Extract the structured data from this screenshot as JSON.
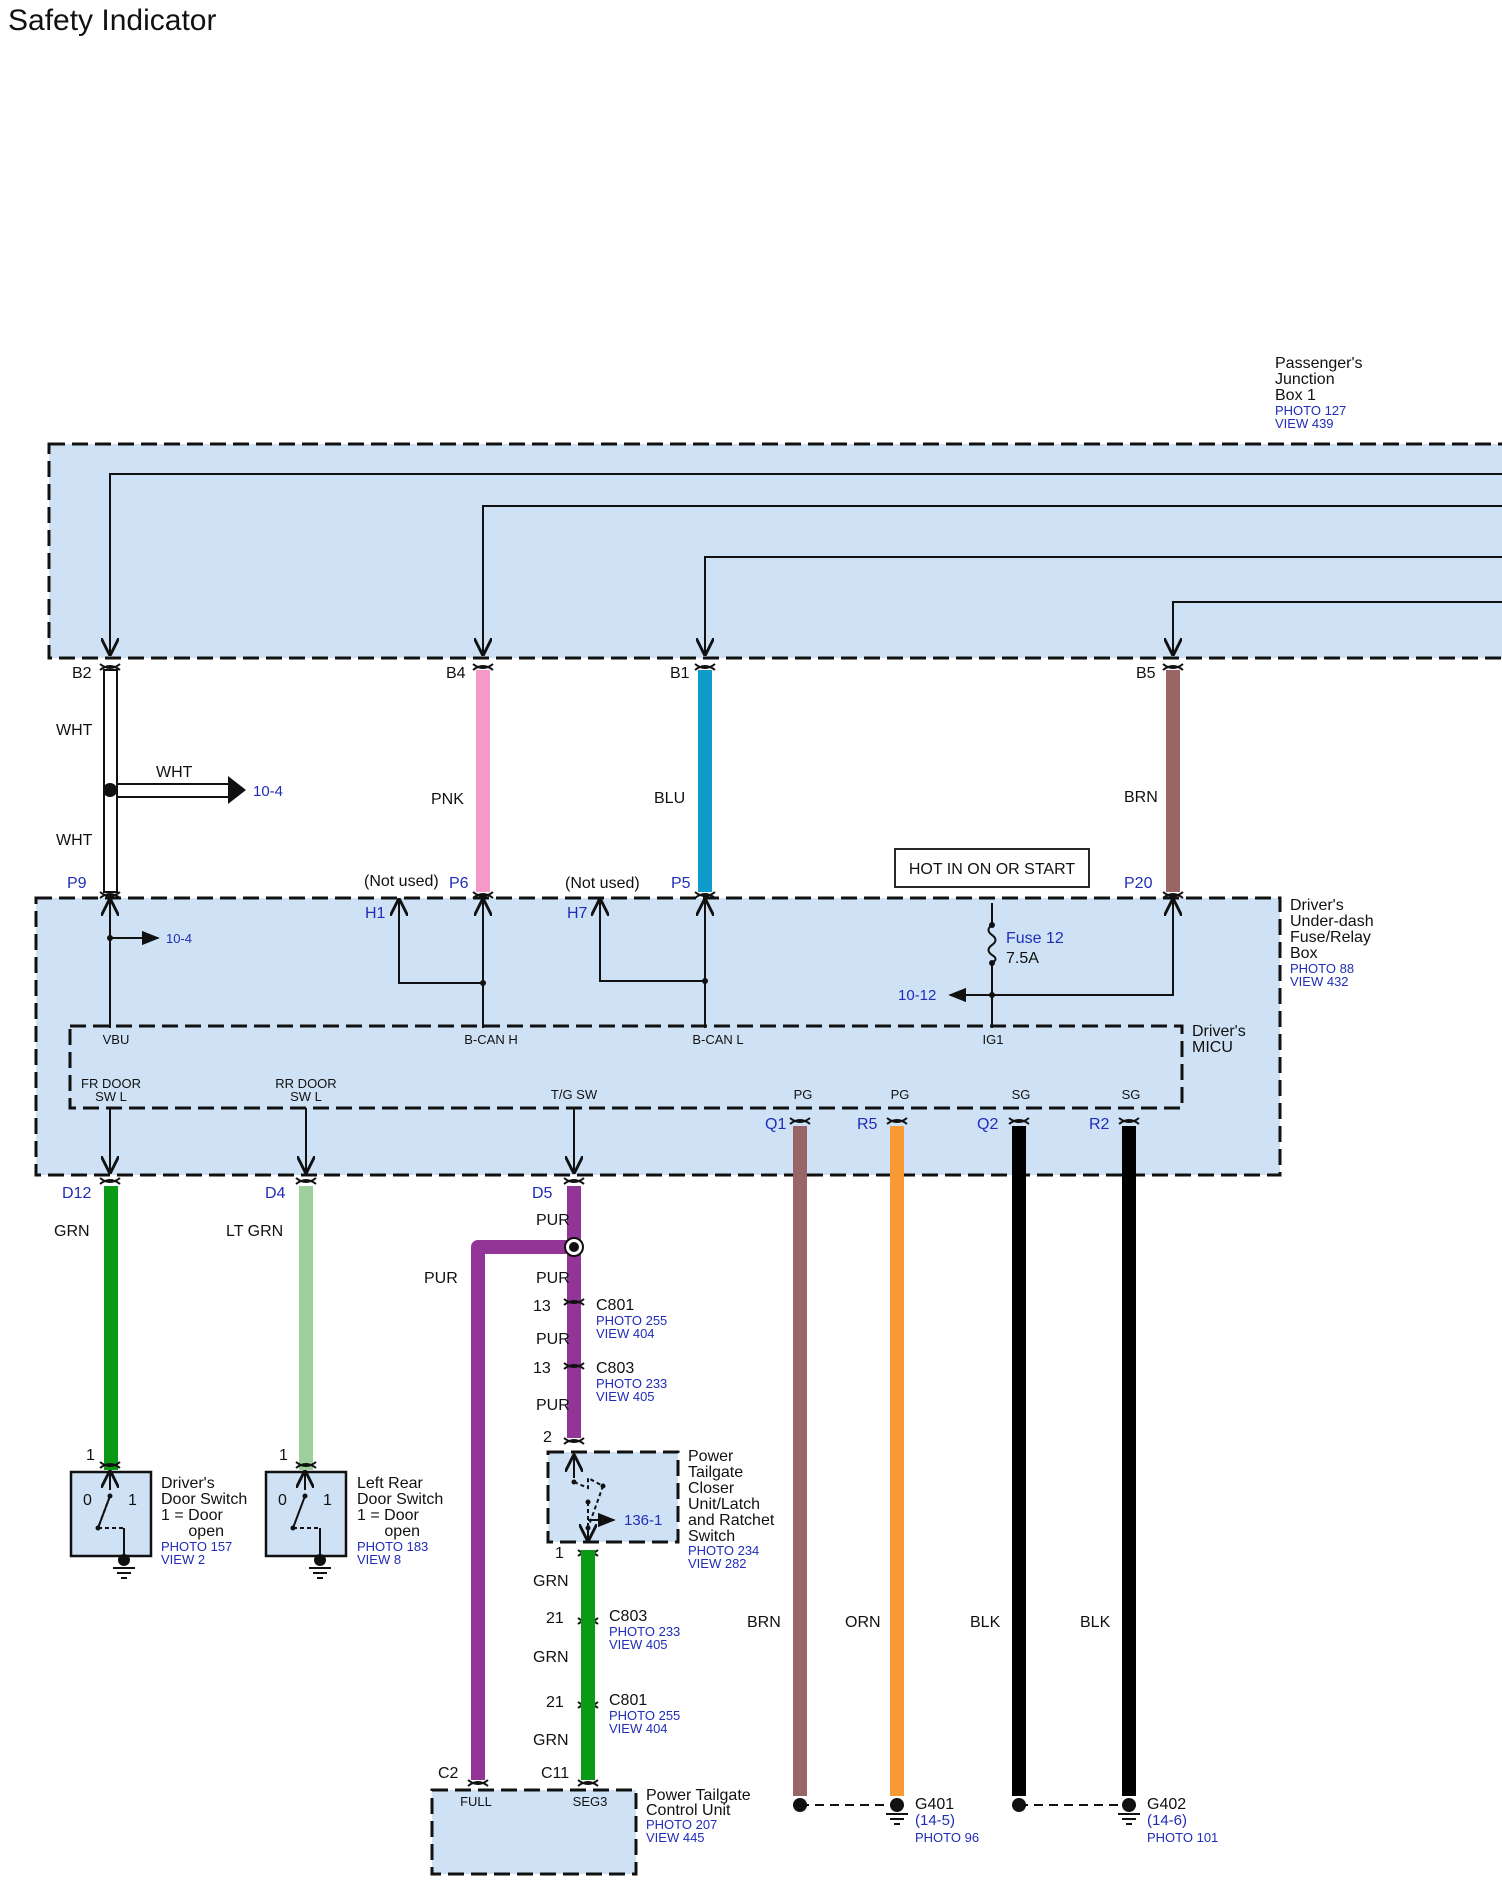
{
  "title": "Safety Indicator",
  "colors": {
    "box_fill": "#cfe2f5",
    "WHT": "#ffffff",
    "PNK": "#f59ac8",
    "BLU": "#0f9bcc",
    "BRN": "#9a6565",
    "GRN": "#0b9a15",
    "LT GRN": "#9ccf9c",
    "PUR": "#933597",
    "ORN": "#f99a34",
    "BLK": "#000000",
    "ref": "#1f2db8"
  },
  "components": {
    "pjb": {
      "lines": [
        "Passenger's",
        "Junction",
        "Box 1"
      ],
      "refs": [
        "PHOTO 127",
        "VIEW 439"
      ]
    },
    "dufrb": {
      "lines": [
        "Driver's",
        "Under-dash",
        "Fuse/Relay",
        "Box"
      ],
      "refs": [
        "PHOTO 88",
        "VIEW 432"
      ]
    },
    "micu": {
      "lines": [
        "Driver's",
        "MICU"
      ]
    },
    "hot_label": "HOT IN ON OR START",
    "fuse": {
      "name": "Fuse 12",
      "rating": "7.5A"
    },
    "driver_door_switch": {
      "lines": [
        "Driver's",
        "Door Switch",
        "1 = Door",
        "open"
      ],
      "refs": [
        "PHOTO 157",
        "VIEW 2"
      ]
    },
    "left_rear_door_switch": {
      "lines": [
        "Left Rear",
        "Door Switch",
        "1 = Door",
        "open"
      ],
      "refs": [
        "PHOTO 183",
        "VIEW 8"
      ]
    },
    "tailgate_switch": {
      "lines": [
        "Power",
        "Tailgate",
        "Closer",
        "Unit/Latch",
        "and Ratchet",
        "Switch"
      ],
      "refs": [
        "PHOTO 234",
        "VIEW 282"
      ]
    },
    "tailgate_control": {
      "lines": [
        "Power Tailgate",
        "Control Unit"
      ],
      "refs": [
        "PHOTO 207",
        "VIEW 445"
      ]
    },
    "g401": {
      "name": "G401",
      "sub": "(14-5)",
      "ref": "PHOTO 96"
    },
    "g402": {
      "name": "G402",
      "sub": "(14-6)",
      "ref": "PHOTO 101"
    }
  },
  "connectors": {
    "c801a": {
      "name": "C801",
      "refs": [
        "PHOTO 255",
        "VIEW 404"
      ]
    },
    "c803a": {
      "name": "C803",
      "refs": [
        "PHOTO 233",
        "VIEW 405"
      ]
    },
    "c803b": {
      "name": "C803",
      "refs": [
        "PHOTO 233",
        "VIEW 405"
      ]
    },
    "c801b": {
      "name": "C801",
      "refs": [
        "PHOTO 255",
        "VIEW 404"
      ]
    }
  },
  "pins": {
    "B2": "B2",
    "B4": "B4",
    "B1": "B1",
    "B5": "B5",
    "P9": "P9",
    "P6": "P6",
    "P5": "P5",
    "P20": "P20",
    "H1": "H1",
    "H7": "H7",
    "Q1": "Q1",
    "R5": "R5",
    "Q2": "Q2",
    "R2": "R2",
    "D12": "D12",
    "D4": "D4",
    "D5": "D5",
    "C2": "C2",
    "C11": "C11",
    "n13a": "13",
    "n13b": "13",
    "n2": "2",
    "n1t": "1",
    "n21a": "21",
    "n21b": "21",
    "n1a": "1",
    "n1b": "1"
  },
  "terminals": {
    "VBU": "VBU",
    "BCANH": "B-CAN H",
    "BCANL": "B-CAN L",
    "IG1": "IG1",
    "FRDOOR": [
      "FR DOOR",
      "SW L"
    ],
    "RRDOOR": [
      "RR DOOR",
      "SW L"
    ],
    "TGSW": "T/G SW",
    "PG": "PG",
    "SG": "SG",
    "FULL": "FULL",
    "SEG3": "SEG3"
  },
  "wires": {
    "wht": "WHT",
    "pnk": "PNK",
    "blu": "BLU",
    "brn": "BRN",
    "grn": "GRN",
    "ltgrn": "LT GRN",
    "pur": "PUR",
    "orn": "ORN",
    "blk": "BLK"
  },
  "notes": {
    "not_used": "(Not used)",
    "ref_10_4": "10-4",
    "ref_10_12": "10-12",
    "ref_136_1": "136-1",
    "sw0": "0",
    "sw1": "1"
  }
}
